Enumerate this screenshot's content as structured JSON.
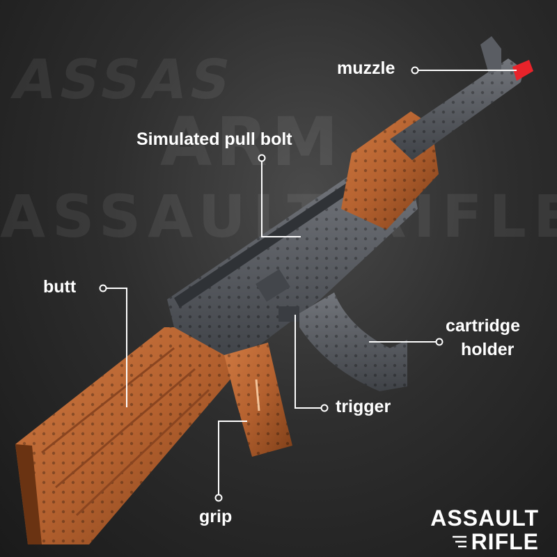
{
  "background_text": {
    "line1": "ASSAS",
    "line2": "ARM",
    "line3": "ASSAULT RIFLE"
  },
  "labels": {
    "muzzle": "muzzle",
    "bolt": "Simulated pull bolt",
    "butt": "butt",
    "cartridge_line1": "cartridge",
    "cartridge_line2": "holder",
    "trigger": "trigger",
    "grip": "grip"
  },
  "brand": {
    "line1": "ASSAULT",
    "line2": "RIFLE"
  },
  "colors": {
    "wood": "#b4612f",
    "metal": "#5a5d63",
    "tip": "#e8232a",
    "text": "#ffffff"
  }
}
